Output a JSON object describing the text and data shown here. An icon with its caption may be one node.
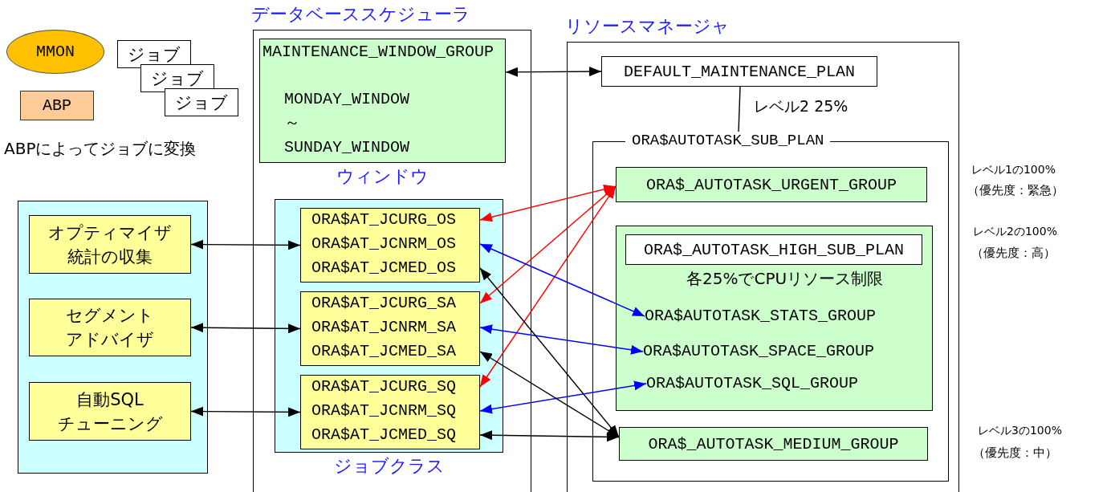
{
  "diagram": {
    "nodes": [
      {
        "text": [
          "MMON"
        ]
      },
      {
        "text": [
          "ABP"
        ]
      },
      {
        "text": [
          "ジョブ"
        ]
      },
      {
        "text": [
          "ジョブ"
        ]
      },
      {
        "text": [
          "ジョブ"
        ]
      },
      {
        "text": [
          "データベーススケジューラ"
        ]
      },
      {
        "text": [
          "MAINTENANCE_WINDOW_GROUP",
          "MONDAY_WINDOW ～ SUNDAY_WINDOW"
        ],
        "in": 5,
        "beside": [
          "ウィンドウ"
        ]
      },
      {
        "text": [],
        "shape": "box",
        "in": 5,
        "beside": [
          "ジョブクラス"
        ]
      },
      {
        "text": [],
        "shape": "box",
        "in": 7
      },
      {
        "text": [
          "ORA$AT_JCURG_OS"
        ],
        "in": 8
      },
      {
        "text": [
          "ORA$AT_JCNRM_OS"
        ],
        "in": 8
      },
      {
        "text": [
          "ORA$AT_JCMED_OS"
        ],
        "in": 8
      },
      {
        "text": [],
        "shape": "box",
        "in": 7
      },
      {
        "text": [
          "ORA$AT_JCURG_SA"
        ],
        "in": 12
      },
      {
        "text": [
          "ORA$AT_JCNRM_SA"
        ],
        "in": 12
      },
      {
        "text": [
          "ORA$AT_JCMED_SA"
        ],
        "in": 12
      },
      {
        "text": [],
        "shape": "box",
        "in": 7
      },
      {
        "text": [
          "ORA$AT_JCURG_SQ"
        ],
        "in": 16
      },
      {
        "text": [
          "ORA$AT_JCNRM_SQ"
        ],
        "in": 16
      },
      {
        "text": [
          "ORA$AT_JCMED_SQ"
        ],
        "in": 16
      },
      {
        "text": [],
        "shape": "box"
      },
      {
        "text": [
          "オプティマイザ統計の収集"
        ],
        "in": 20
      },
      {
        "text": [
          "セグメントアドバイザ"
        ],
        "in": 20
      },
      {
        "text": [
          "自動SQLチューニング"
        ],
        "in": 20
      },
      {
        "text": [
          "リソースマネージャ"
        ]
      },
      {
        "text": [
          "DEFAULT_MAINTENANCE_PLAN"
        ],
        "in": 24
      },
      {
        "text": [
          "ORA$AUTOTASK_SUB_PLAN"
        ],
        "in": 24
      },
      {
        "text": [
          "ORA$_AUTOTASK_URGENT_GROUP"
        ],
        "in": 26
      },
      {
        "text": [
          "各25%でCPUリソース制限"
        ],
        "in": 26
      },
      {
        "text": [
          "ORA$_AUTOTASK_HIGH_SUB_PLAN"
        ],
        "in": 28
      },
      {
        "text": [
          "ORA$AUTOTASK_STATS_GROUP"
        ],
        "in": 28
      },
      {
        "text": [
          "ORA$AUTOTASK_SPACE_GROUP"
        ],
        "in": 28
      },
      {
        "text": [
          "ORA$AUTOTASK_SQL_GROUP"
        ],
        "in": 28
      },
      {
        "text": [
          "ORA$_AUTOTASK_MEDIUM_GROUP"
        ],
        "in": 26
      }
    ],
    "edges": [
      {
        "from": 21,
        "to": 8,
        "arrow": "both"
      },
      {
        "from": 22,
        "to": 12,
        "arrow": "both"
      },
      {
        "from": 23,
        "to": 16,
        "arrow": "both"
      },
      {
        "from": 6,
        "to": 25,
        "arrow": "both"
      },
      {
        "from": 25,
        "to": 26,
        "arrow": "none",
        "label": "レベル2 25%"
      },
      {
        "from": 27,
        "to": 9,
        "arrow": "both",
        "color": "#ff0000"
      },
      {
        "from": 27,
        "to": 13,
        "arrow": "both",
        "color": "#ff0000"
      },
      {
        "from": 27,
        "to": 17,
        "arrow": "both",
        "color": "#ff0000"
      },
      {
        "from": 10,
        "to": 30,
        "arrow": "both",
        "color": "#0000ff"
      },
      {
        "from": 14,
        "to": 31,
        "arrow": "both",
        "color": "#0000ff"
      },
      {
        "from": 18,
        "to": 32,
        "arrow": "both",
        "color": "#0000ff"
      },
      {
        "from": 11,
        "to": 33,
        "arrow": "both"
      },
      {
        "from": 15,
        "to": 33,
        "arrow": "both"
      },
      {
        "from": 19,
        "to": 33,
        "arrow": "both"
      }
    ],
    "labels": [
      "ABPによってジョブに変換",
      "レベル1の100%",
      "（優先度：緊急）",
      "レベル2の100%",
      "（優先度：高）",
      "レベル3の100%",
      "（優先度：中）"
    ]
  }
}
